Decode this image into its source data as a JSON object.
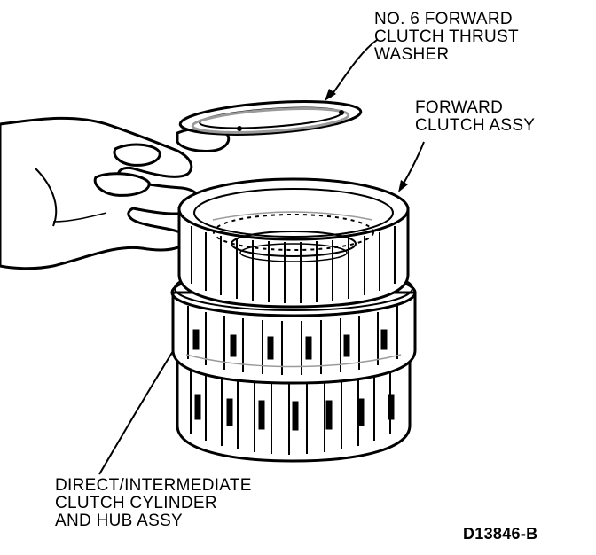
{
  "labels": {
    "washer": [
      "NO. 6 FORWARD",
      "CLUTCH THRUST",
      "WASHER"
    ],
    "forward_assy": [
      "FORWARD",
      "CLUTCH ASSY"
    ],
    "direct_assy": [
      "DIRECT/INTERMEDIATE",
      "CLUTCH CYLINDER",
      "AND HUB ASSY"
    ],
    "figure_code": "D13846-B"
  },
  "colors": {
    "ink": "#000000",
    "paper": "#ffffff",
    "shade": "#9a9a9a"
  }
}
